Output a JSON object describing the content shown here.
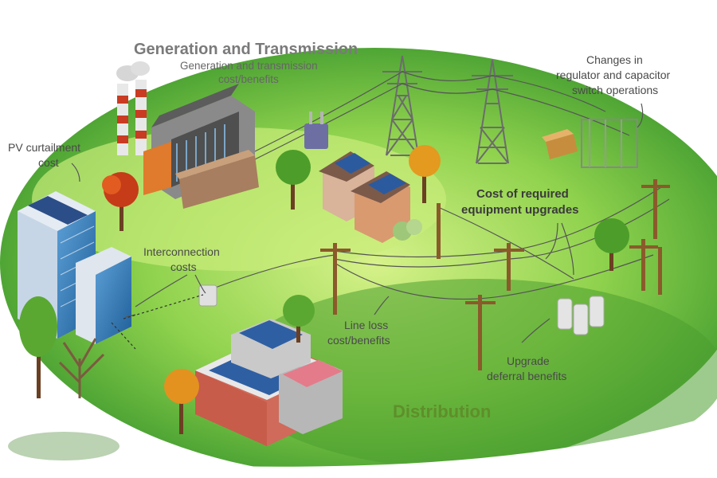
{
  "labels": {
    "generation_title": "Generation and Transmission",
    "generation_sub_1": "Generation and transmission",
    "generation_sub_2": "cost/benefits",
    "regulator_1": "Changes in",
    "regulator_2": "regulator and capacitor",
    "regulator_3": "switch operations",
    "pv_curtail_1": "PV curtailment",
    "pv_curtail_2": "cost",
    "upgrades_1": "Cost of required",
    "upgrades_2": "equipment upgrades",
    "interconnection_1": "Interconnection",
    "interconnection_2": "costs",
    "line_loss_1": "Line loss",
    "line_loss_2": "cost/benefits",
    "deferral_1": "Upgrade",
    "deferral_2": "deferral benefits",
    "distribution_title": "Distribution"
  },
  "colors": {
    "title_gray": "#7a7a7a",
    "label_gray": "#4a4a4a",
    "bold_label": "#3a3a3a",
    "distribution_title": "#5e8f2a",
    "grass_light": "#c9ec7a",
    "grass_dark": "#5fae36"
  }
}
